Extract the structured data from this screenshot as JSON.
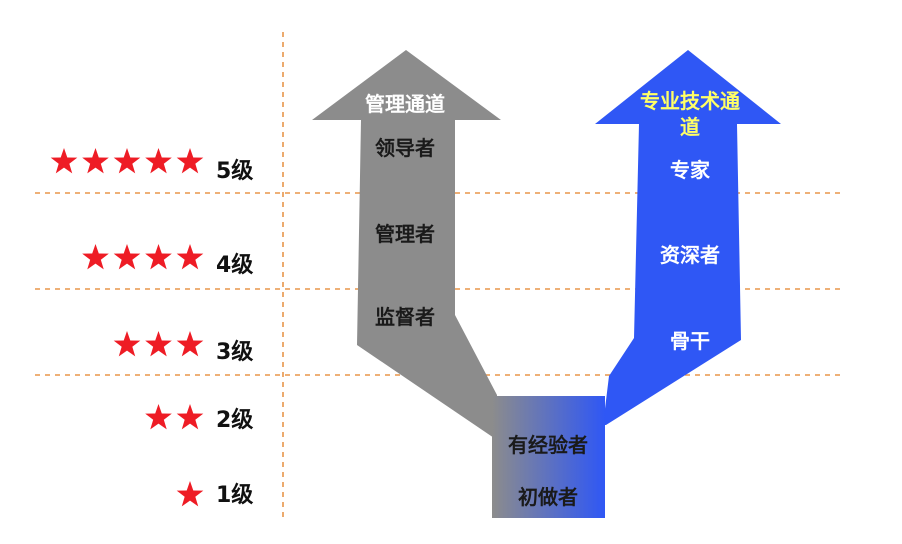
{
  "levels": [
    {
      "label": "5级",
      "stars": 5
    },
    {
      "label": "4级",
      "stars": 4
    },
    {
      "label": "3级",
      "stars": 3
    },
    {
      "label": "2级",
      "stars": 2
    },
    {
      "label": "1级",
      "stars": 1
    }
  ],
  "management": {
    "title": "管理通道",
    "roles": [
      "领导者",
      "管理者",
      "监督者"
    ]
  },
  "technical": {
    "title_line1": "专业技术通",
    "title_line2": "道",
    "roles": [
      "专家",
      "资深者",
      "骨干"
    ]
  },
  "base": {
    "roles": [
      "有经验者",
      "初做者"
    ]
  },
  "colors": {
    "star": "#ee1c25",
    "divider": "#e8964a",
    "management_arrow": "#8c8c8c",
    "technical_arrow": "#2f57f5",
    "technical_title": "#ffff66",
    "role_text_dark": "#1a1a1a",
    "role_text_light": "#ffffff"
  }
}
